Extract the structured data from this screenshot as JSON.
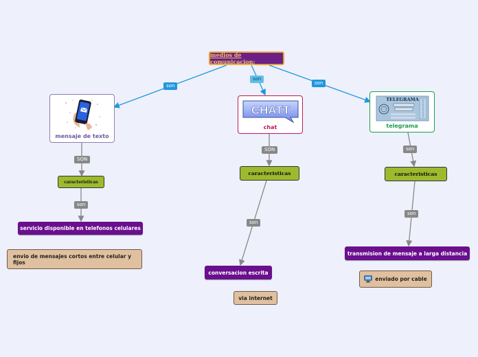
{
  "root": {
    "label": "medios de comunicacion:"
  },
  "branches": [
    {
      "edge_label": "son",
      "card_label": "mensaje de texto"
    },
    {
      "edge_label": "son",
      "card_label": "chat",
      "image_text": "CHATT"
    },
    {
      "edge_label": "son",
      "card_label": "telegrama",
      "image_text": "TELEGRAMA"
    }
  ],
  "sms": {
    "edge1": "SON",
    "caract": "caracteristicas",
    "edge2": "son",
    "feature": "servicio disponible en telefonos celulares",
    "note": "envio de mensajes cortos entre celular y fijos"
  },
  "chat": {
    "edge1": "SON",
    "caract": "caracteristicas",
    "edge2": "son",
    "feature": "conversacion escrita",
    "note": "via internet"
  },
  "tel": {
    "edge1": "son",
    "caract": "caracteristicas",
    "edge2": "son",
    "feature": "transmision de mensaje a larga distancia",
    "note": "enviado por cable"
  },
  "colors": {
    "background": "#eef0fb",
    "root_fill": "#6b1f87",
    "characteristic_fill": "#9dba2e",
    "feature_fill": "#6a0f8e",
    "note_fill": "#e0c09e",
    "edge_blue": "#1f97dd"
  }
}
